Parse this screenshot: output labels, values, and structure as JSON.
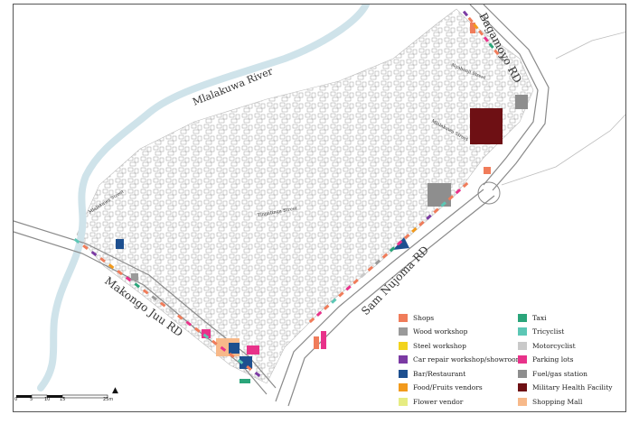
{
  "map": {
    "river_label": "Mlalakuwa River",
    "roads": {
      "bagamoyo": "Bagamoyo RD",
      "sam_nujoma": "Sam Nujoma RD",
      "makongo": "Makongo Juu RD"
    },
    "streets": {
      "ngabanji": "Ngabanji Street",
      "mlalakuwa": "Mlalakuwa Street",
      "tingatinga": "Tingatinga Street",
      "mlalakuwa_west": "Mlalakuwa Street"
    },
    "colors": {
      "river": "#cfe3ea",
      "road_edge": "#8a8a8a",
      "building": "#d9d9d9"
    }
  },
  "legend": {
    "items": [
      {
        "label": "Shops",
        "color": "#f07c5a"
      },
      {
        "label": "Wood workshop",
        "color": "#9a9a9a"
      },
      {
        "label": "Steel workshop",
        "color": "#f2d31c"
      },
      {
        "label": "Car repair workshop/showroom",
        "color": "#7b3aa3"
      },
      {
        "label": "Bar/Restaurant",
        "color": "#1d4f8f"
      },
      {
        "label": "Food/Fruits vendors",
        "color": "#f29a1c"
      },
      {
        "label": "Flower vendor",
        "color": "#e6ec82"
      },
      {
        "label": "Taxi",
        "color": "#2aa57a"
      },
      {
        "label": "Tricyclist",
        "color": "#5cc7b5"
      },
      {
        "label": "Motorcyclist",
        "color": "#c9c9c9"
      },
      {
        "label": "Parking lots",
        "color": "#e8328a"
      },
      {
        "label": "Fuel/gas station",
        "color": "#8e8e8e"
      },
      {
        "label": "Military Health Facility",
        "color": "#6e1014"
      },
      {
        "label": "Shopping Mall",
        "color": "#f7b98a"
      }
    ]
  },
  "scale": {
    "ticks": [
      "0",
      "5",
      "10",
      "15",
      "25m"
    ],
    "north_symbol": "N"
  }
}
